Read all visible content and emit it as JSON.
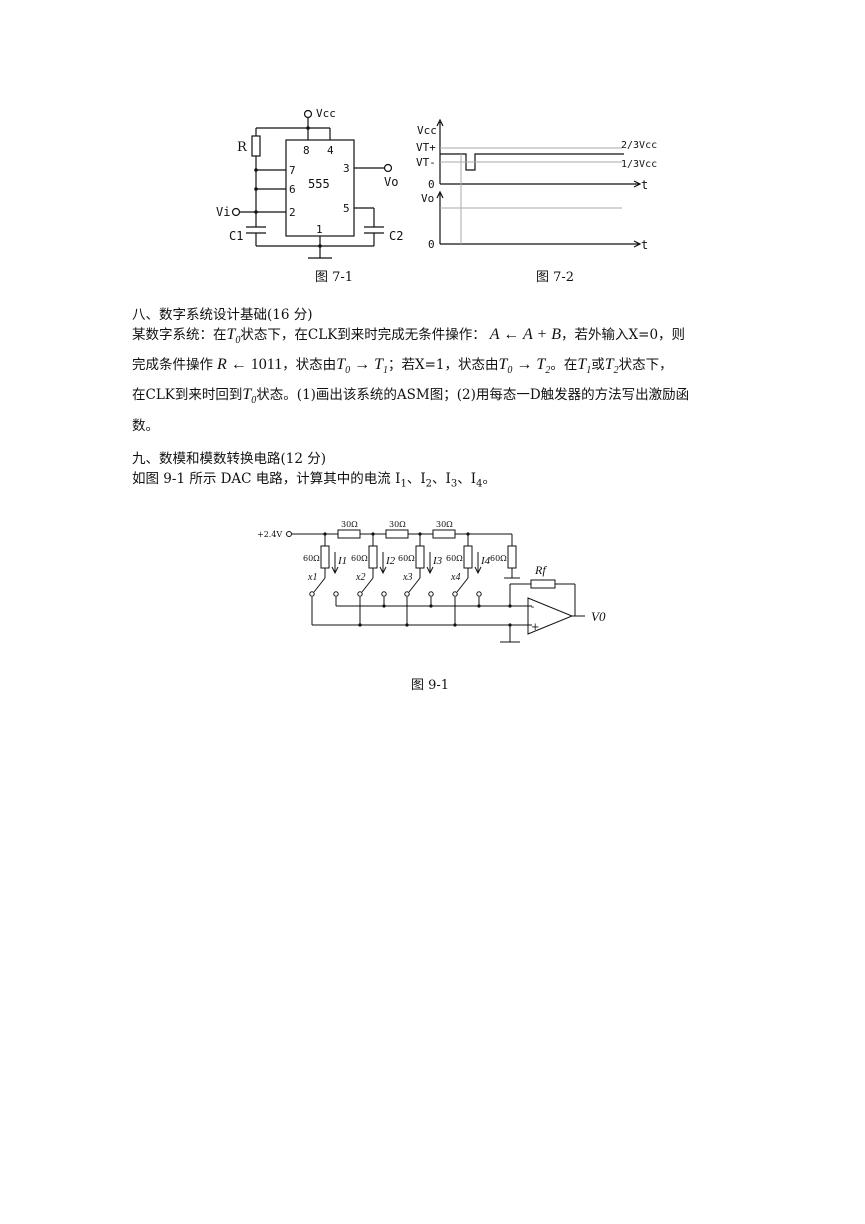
{
  "figures": {
    "fig71": {
      "caption": "图 7-1",
      "vcc": "Vcc",
      "r": "R",
      "chip": "555",
      "pins": [
        "8",
        "4",
        "7",
        "6",
        "2",
        "3",
        "5",
        "1"
      ],
      "vo": "Vo",
      "vi": "Vi",
      "c1": "C1",
      "c2": "C2"
    },
    "fig72": {
      "caption": "图 7-2",
      "y_labels": [
        "Vcc",
        "VT+",
        "VT-",
        "0"
      ],
      "right_labels": [
        "2/3Vcc",
        "1/3Vcc"
      ],
      "t": "t",
      "vo": "Vo",
      "zero": "0"
    },
    "fig91": {
      "caption": "图 9-1",
      "source": "+2.4V",
      "series_r": [
        "30Ω",
        "30Ω",
        "30Ω"
      ],
      "shunt_r": [
        "60Ω",
        "60Ω",
        "60Ω",
        "60Ω",
        "60Ω"
      ],
      "currents": [
        "I1",
        "I2",
        "I3",
        "I4"
      ],
      "switches": [
        "x1",
        "x2",
        "x3",
        "x4"
      ],
      "rf": "Rf",
      "out": "V0",
      "minus": "-",
      "plus": "+"
    }
  },
  "section8": {
    "heading": "八、数字系统设计基础(16 分)",
    "l1a": "某数字系统：在",
    "l1b": "状态下，在CLK到来时完成无条件操作：",
    "l1c": "，若外输入X=0，则",
    "l2a": "完成条件操作",
    "l2b": "，状态由",
    "l2c": "；若X=1，状态由",
    "l2d": "。在",
    "l2e": "或",
    "l2f": "状态下，",
    "l3a": "在CLK到来时回到",
    "l3b": "状态。(1)画出该系统的ASM图；(2)用每态一D触发器的方法写出激励函",
    "l4": "数。",
    "math": {
      "T0": "T0",
      "T1": "T1",
      "T2": "T2",
      "op": "A ← A + B",
      "cond": "R ← 1011",
      "t01": "T0 → T1",
      "t02": "T0 → T2"
    }
  },
  "section9": {
    "heading": "九、数模和模数转换电路(12 分)",
    "text_a": "如图 9-1 所示 DAC 电路，计算其中的电流 ",
    "currents": "I1、I2、I3、I4",
    "text_end": "。"
  }
}
